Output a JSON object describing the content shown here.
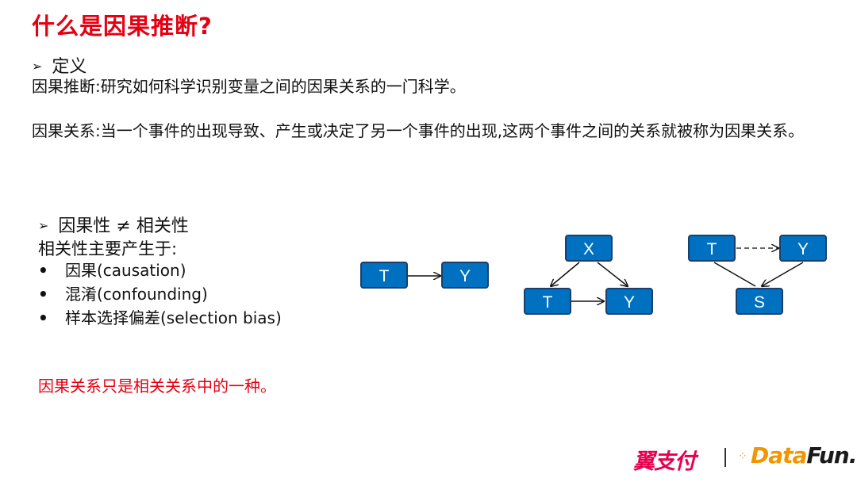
{
  "title": "什么是因果推断?",
  "definition": {
    "heading": "定义",
    "line1": "因果推断:研究如何科学识别变量之间的因果关系的一门科学。",
    "line2": "因果关系:当一个事件的出现导致、产生或决定了另一个事件的出现,这两个事件之间的关系就被称为因果关系。"
  },
  "correlation": {
    "heading": "因果性 ≠ 相关性",
    "intro": "相关性主要产生于:",
    "items": [
      "因果(causation)",
      "混淆(confounding)",
      "样本选择偏差(selection bias)"
    ],
    "note": "因果关系只是相关关系中的一种。"
  },
  "diagrams": {
    "causation": {
      "t": "T",
      "y": "Y"
    },
    "confounding": {
      "x": "X",
      "t": "T",
      "y": "Y"
    },
    "selection": {
      "t": "T",
      "y": "Y",
      "s": "S"
    }
  },
  "logos": {
    "yizhifu": "翼支付",
    "separator": "|",
    "datafun_data": "Data",
    "datafun_fun": "Fun."
  },
  "colors": {
    "accent_red": "#e60012",
    "node_blue": "#0070c0",
    "node_border": "#1a3e6e"
  }
}
